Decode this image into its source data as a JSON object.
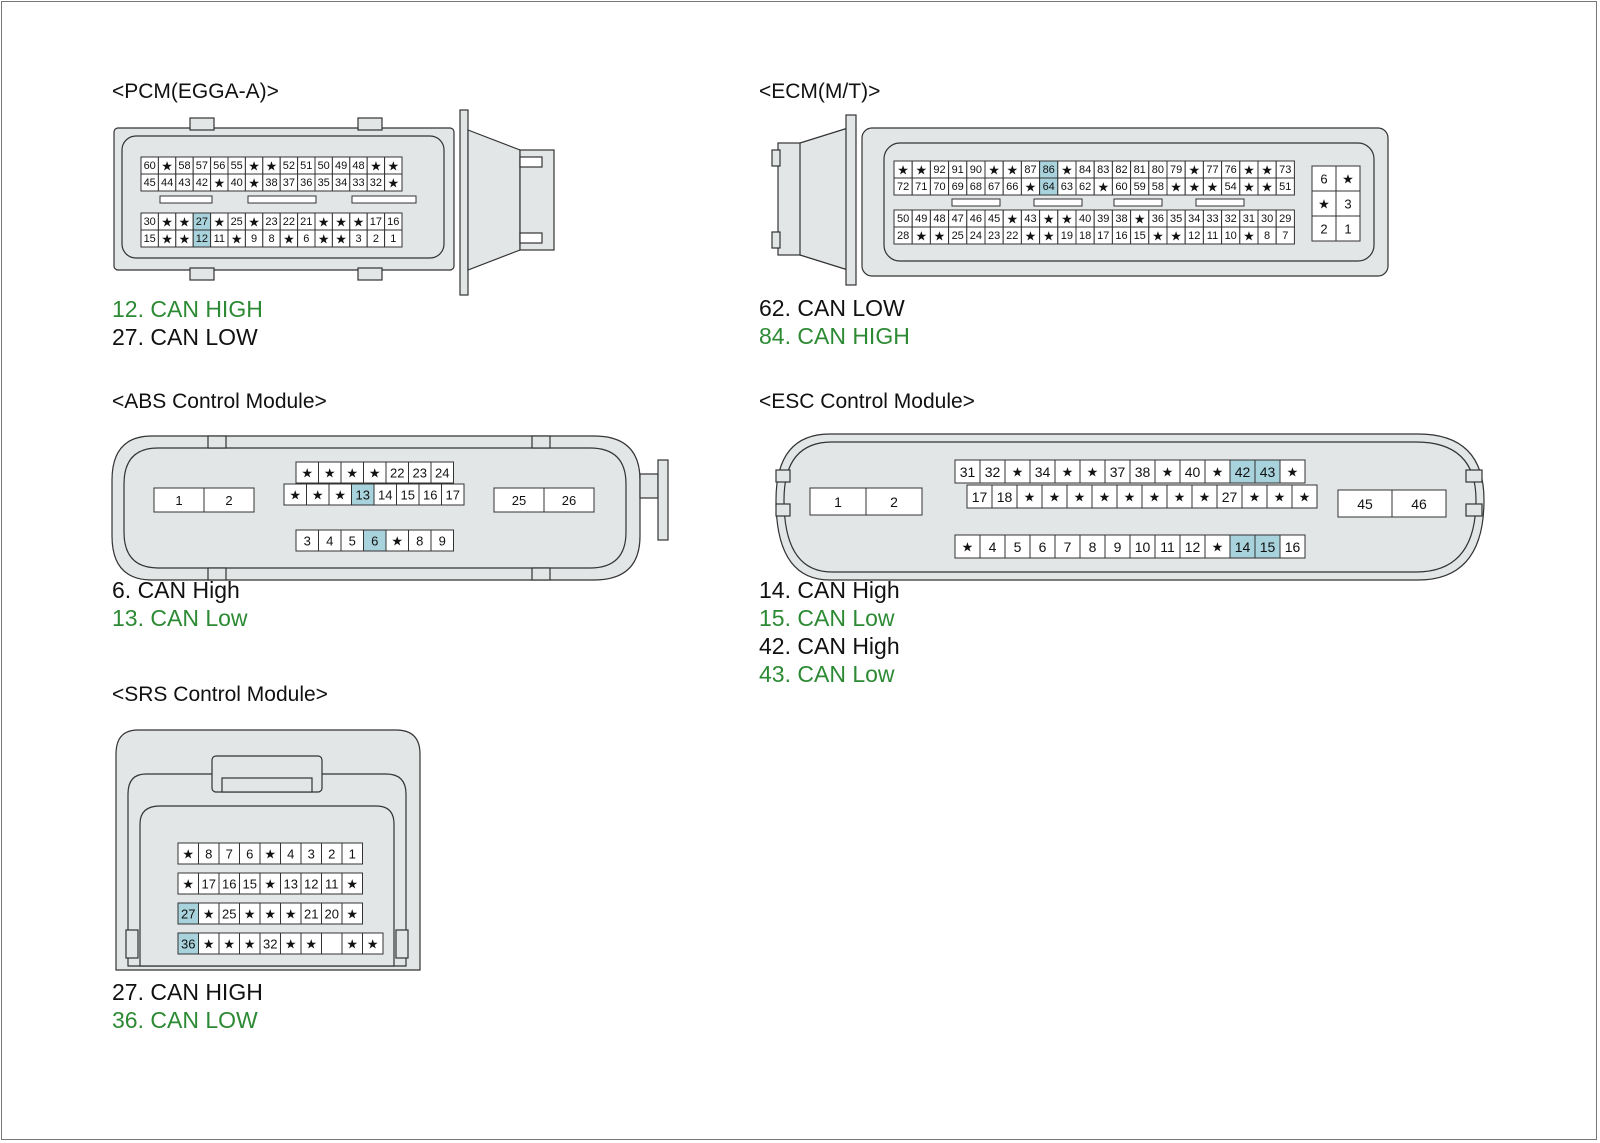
{
  "titles": {
    "pcm": "<PCM(EGGA-A)>",
    "ecm": "<ECM(M/T)>",
    "abs": "<ABS Control Module>",
    "esc": "<ESC Control Module>",
    "srs": "<SRS Control Module>"
  },
  "signals": {
    "pcm": [
      "12. CAN HIGH",
      "27. CAN LOW"
    ],
    "ecm": [
      "62. CAN LOW",
      "84. CAN HIGH"
    ],
    "abs": [
      "6. CAN High",
      "13. CAN Low"
    ],
    "esc": [
      "14. CAN High",
      "15. CAN Low",
      "42. CAN High",
      "43. CAN Low"
    ],
    "srs": [
      "27. CAN HIGH",
      "36. CAN LOW"
    ]
  },
  "signal_colors": {
    "black": "#111111",
    "green": "#2d8a34",
    "highlight": "#a9d3dc"
  },
  "connectors": {
    "pcm": {
      "highlight": [
        "27",
        "12"
      ],
      "rows": [
        [
          "60",
          "*",
          "58",
          "57",
          "56",
          "55",
          "*",
          "*",
          "52",
          "51",
          "50",
          "49",
          "48",
          "*",
          "*"
        ],
        [
          "45",
          "44",
          "43",
          "42",
          "*",
          "40",
          "*",
          "38",
          "37",
          "36",
          "35",
          "34",
          "33",
          "32",
          "*"
        ],
        [
          "30",
          "*",
          "*",
          "27",
          "*",
          "25",
          "*",
          "23",
          "22",
          "21",
          "*",
          "*",
          "*",
          "17",
          "16"
        ],
        [
          "15",
          "*",
          "*",
          "12",
          "11",
          "*",
          "9",
          "8",
          "*",
          "6",
          "*",
          "*",
          "3",
          "2",
          "1"
        ]
      ]
    },
    "ecm": {
      "highlight": [
        "86",
        "64"
      ],
      "rows": [
        [
          "*",
          "*",
          "92",
          "91",
          "90",
          "*",
          "*",
          "87",
          "86",
          "*",
          "84",
          "83",
          "82",
          "81",
          "80",
          "79",
          "*",
          "77",
          "76",
          "*",
          "*",
          "73"
        ],
        [
          "72",
          "71",
          "70",
          "69",
          "68",
          "67",
          "66",
          "*",
          "64",
          "63",
          "62",
          "*",
          "60",
          "59",
          "58",
          "*",
          "*",
          "*",
          "54",
          "*",
          "*",
          "51"
        ],
        [
          "50",
          "49",
          "48",
          "47",
          "46",
          "45",
          "*",
          "43",
          "*",
          "*",
          "40",
          "39",
          "38",
          "*",
          "36",
          "35",
          "34",
          "33",
          "32",
          "31",
          "30",
          "29"
        ],
        [
          "28",
          "*",
          "*",
          "25",
          "24",
          "23",
          "22",
          "*",
          "*",
          "19",
          "18",
          "17",
          "16",
          "15",
          "*",
          "*",
          "12",
          "11",
          "10",
          "*",
          "8",
          "7"
        ]
      ],
      "side": [
        [
          "6",
          "*"
        ],
        [
          "*",
          "3"
        ],
        [
          "2",
          "1"
        ]
      ]
    },
    "abs": {
      "highlight": [
        "13",
        "6"
      ],
      "left": [
        "1",
        "2"
      ],
      "right": [
        "25",
        "26"
      ],
      "row1": [
        "*",
        "*",
        "*",
        "*",
        "22",
        "23",
        "24"
      ],
      "row2": [
        "*",
        "*",
        "*",
        "13",
        "14",
        "15",
        "16",
        "17"
      ],
      "row3": [
        "3",
        "4",
        "5",
        "6",
        "*",
        "8",
        "9"
      ]
    },
    "esc": {
      "highlight": [
        "42",
        "43",
        "14",
        "15"
      ],
      "left": [
        "1",
        "2"
      ],
      "right": [
        "45",
        "46"
      ],
      "row1": [
        "31",
        "32",
        "*",
        "34",
        "*",
        "*",
        "37",
        "38",
        "*",
        "40",
        "*",
        "42",
        "43",
        "*"
      ],
      "row2": [
        "17",
        "18",
        "*",
        "*",
        "*",
        "*",
        "*",
        "*",
        "*",
        "*",
        "27",
        "*",
        "*",
        "*"
      ],
      "row3": [
        "*",
        "4",
        "5",
        "6",
        "7",
        "8",
        "9",
        "10",
        "11",
        "12",
        "*",
        "14",
        "15",
        "16"
      ]
    },
    "srs": {
      "highlight": [
        "27",
        "36"
      ],
      "rows": [
        [
          "*",
          "8",
          "7",
          "6",
          "*",
          "4",
          "3",
          "2",
          "1"
        ],
        [
          "*",
          "17",
          "16",
          "15",
          "*",
          "13",
          "12",
          "11",
          "*"
        ],
        [
          "27",
          "*",
          "25",
          "*",
          "*",
          "*",
          "21",
          "20",
          "*"
        ],
        [
          "36",
          "*",
          "*",
          "*",
          "32",
          "*",
          "*",
          "",
          "*",
          "*"
        ]
      ]
    }
  }
}
